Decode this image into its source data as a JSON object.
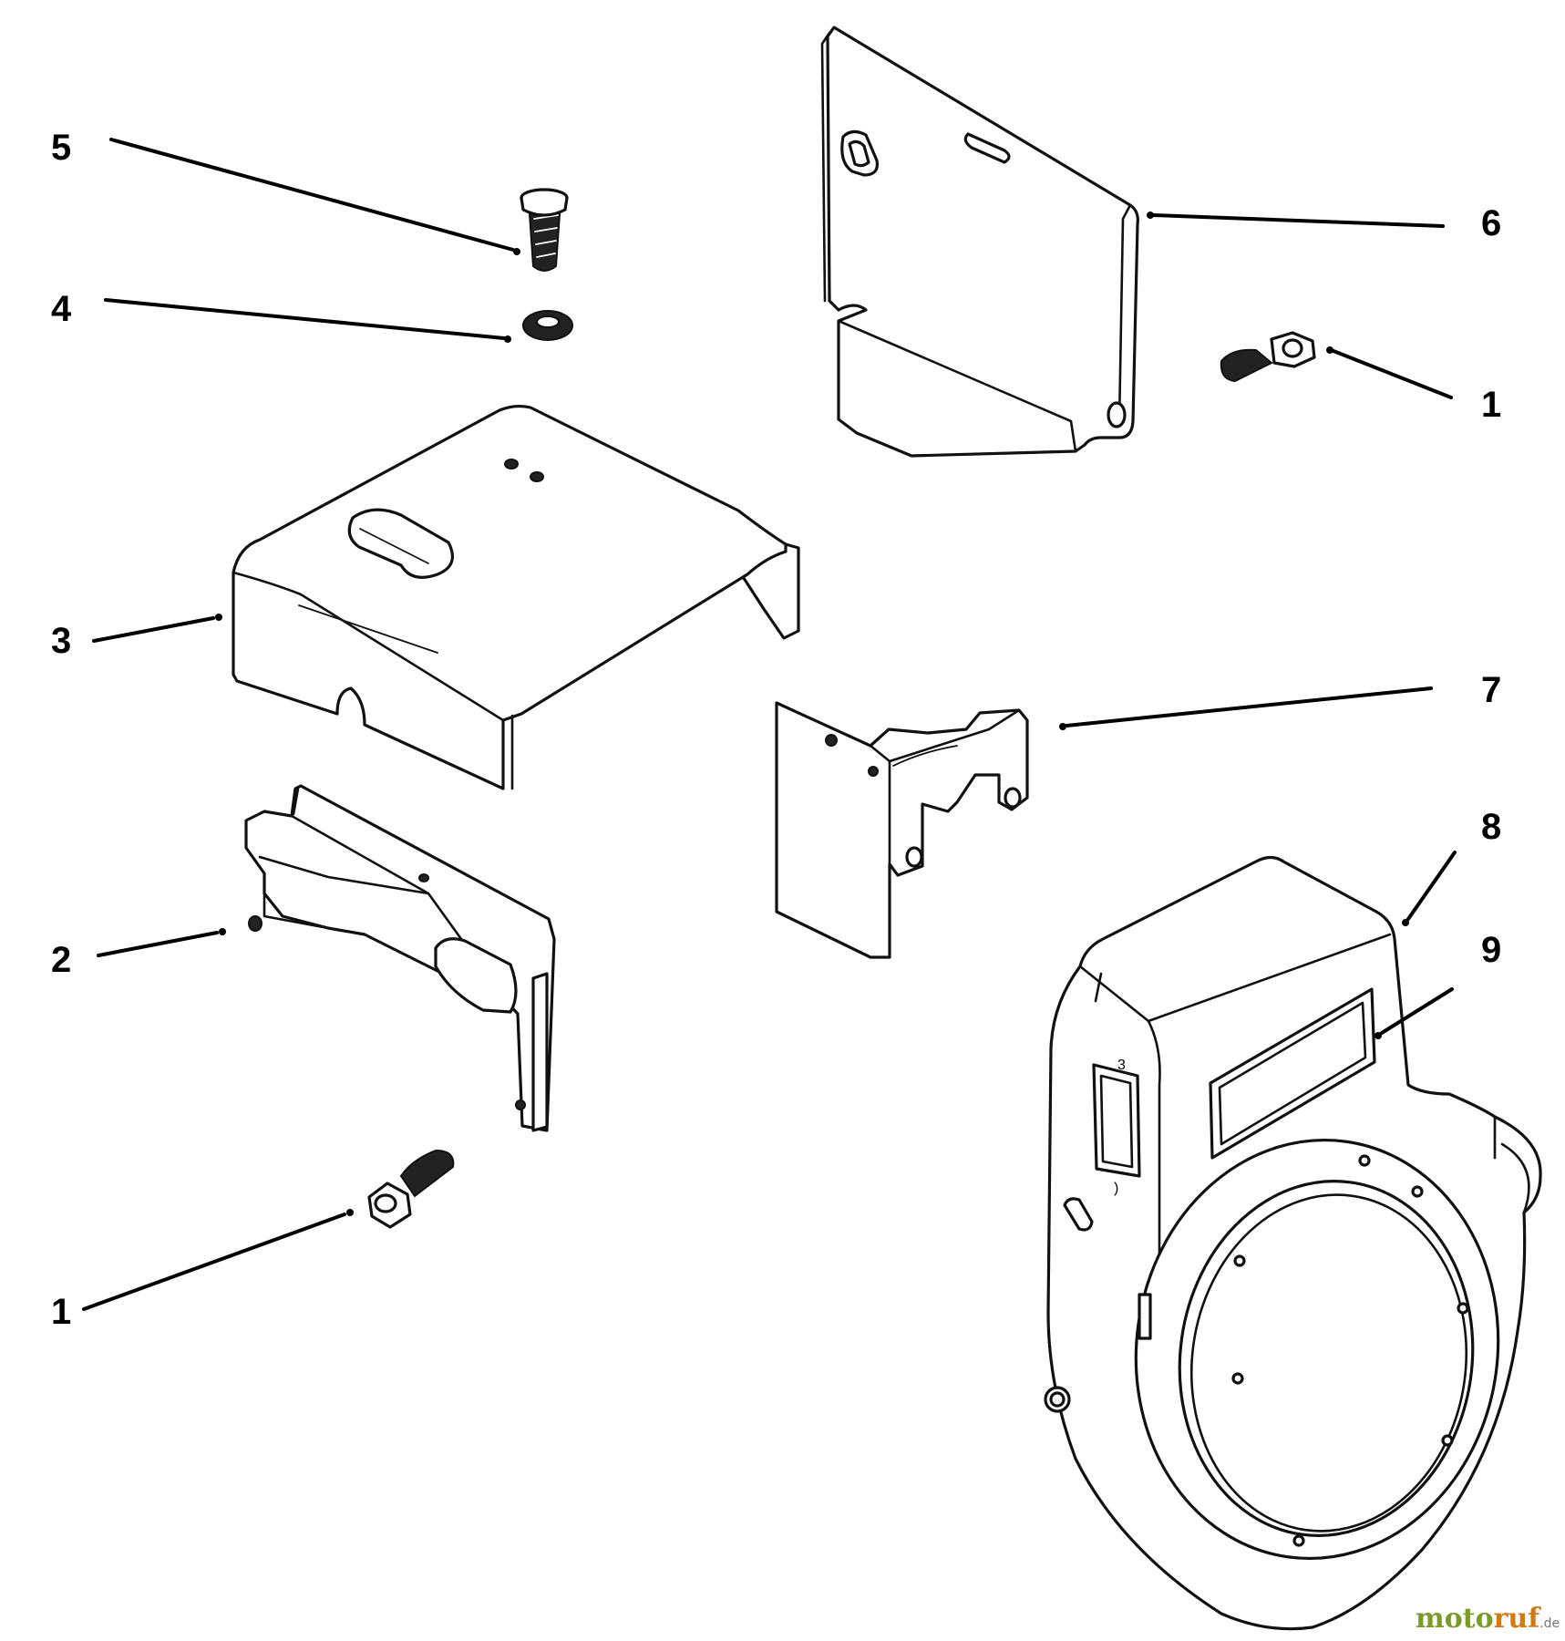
{
  "diagram": {
    "callouts": [
      {
        "id": "c5",
        "label": "5"
      },
      {
        "id": "c4",
        "label": "4"
      },
      {
        "id": "c3",
        "label": "3"
      },
      {
        "id": "c2",
        "label": "2"
      },
      {
        "id": "c1a",
        "label": "1"
      },
      {
        "id": "c6",
        "label": "6"
      },
      {
        "id": "c1b",
        "label": "1"
      },
      {
        "id": "c7",
        "label": "7"
      },
      {
        "id": "c8",
        "label": "8"
      },
      {
        "id": "c9",
        "label": "9"
      }
    ],
    "parts": [
      {
        "name": "screw-5"
      },
      {
        "name": "washer-4"
      },
      {
        "name": "cover-3"
      },
      {
        "name": "bracket-2"
      },
      {
        "name": "screw-1"
      },
      {
        "name": "plate-6"
      },
      {
        "name": "screw-1"
      },
      {
        "name": "bracket-7"
      },
      {
        "name": "blower-housing-8"
      },
      {
        "name": "decal-9"
      }
    ],
    "small_marks": [
      "3",
      ")"
    ]
  },
  "watermark": {
    "part1": "moto",
    "part2": "ruf",
    "suffix": ".de"
  },
  "colors": {
    "line": "#111111",
    "background": "#ffffff",
    "watermark_green": "#7a9a2a",
    "watermark_orange": "#d07a1a"
  }
}
